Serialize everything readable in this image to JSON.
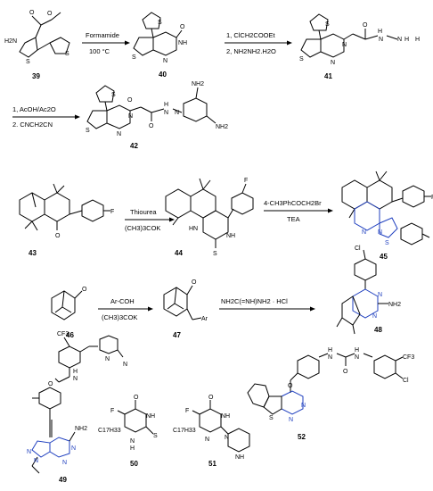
{
  "compounds": {
    "c39": "39",
    "c40": "40",
    "c41": "41",
    "c42": "42",
    "c43": "43",
    "c44": "44",
    "c45": "45",
    "c46": "46",
    "c47": "47",
    "c48": "48",
    "c49": "49",
    "c50": "50",
    "c51": "51",
    "c52": "52"
  },
  "reactions": {
    "r1_top": "Formamide",
    "r1_bottom": "100 °C",
    "r2_step1": "1, ClCH2COOEt",
    "r2_step2": "2, NH2NH2.H2O",
    "r3_step1": "1, AcOH/Ac2O",
    "r3_step2": "2. CNCH2CN",
    "r4_top": "Thiourea",
    "r4_bottom": "(CH3)3COK",
    "r5_top": "4-CH3PhCOCH2Br",
    "r5_bottom": "TEA",
    "r6_top": "Ar-COH",
    "r6_bottom": "(CH3)3COK",
    "r7_top": "NH2C(=NH)NH2 · HCl"
  },
  "atoms": {
    "S": "S",
    "N": "N",
    "O": "O",
    "H": "H",
    "F": "F",
    "Cl": "Cl",
    "NH": "NH",
    "HN": "HN",
    "NH2": "NH2",
    "H2N": "H2N",
    "CF3": "CF3",
    "Ar": "Ar",
    "C17H33": "C17H33"
  }
}
